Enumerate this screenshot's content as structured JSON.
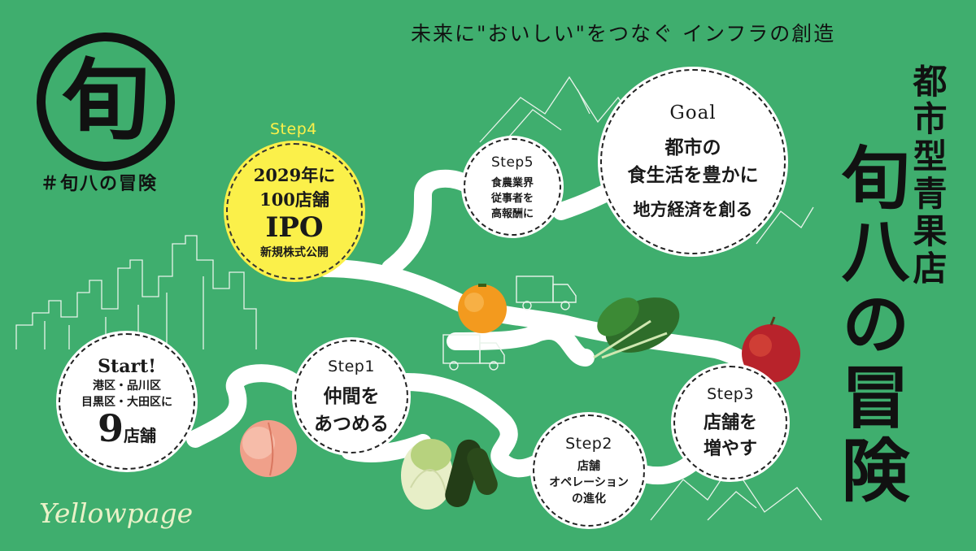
{
  "tagline": "未来に\"おいしい\"をつなぐ インフラの創造",
  "brand": {
    "logo_char": "旬",
    "hashtag": "＃旬八の冒険",
    "wordmark": "Yellowpage"
  },
  "title": {
    "subtitle": "都市型青果店",
    "main": "旬八の冒険"
  },
  "steps": {
    "start": {
      "label": "Start!",
      "line1": "港区・品川区",
      "line2": "目黒区・大田区に",
      "big": "9",
      "suffix": "店舗"
    },
    "step1": {
      "label": "Step1",
      "line1": "仲間を",
      "line2": "あつめる"
    },
    "step2": {
      "label": "Step2",
      "line1": "店舗",
      "line2": "オペレーション",
      "line3": "の進化"
    },
    "step3": {
      "label": "Step3",
      "line1": "店舗を",
      "line2": "増やす"
    },
    "step4": {
      "label": "Step4",
      "line1": "2029年に",
      "line2": "100店舗",
      "big": "IPO",
      "line3": "新規株式公開"
    },
    "step5": {
      "label": "Step5",
      "line1": "食農業界",
      "line2": "従事者を",
      "line3": "高報酬に"
    },
    "goal": {
      "label": "Goal",
      "line1": "都市の",
      "line2": "食生活を豊かに",
      "line3": "地方経済を創る"
    }
  },
  "icons": [
    "peach-icon",
    "cabbage-icon",
    "zucchini-icon",
    "orange-icon",
    "spinach-icon",
    "apple-icon",
    "truck-icon",
    "city-skyline-icon",
    "mountain-icon"
  ],
  "colors": {
    "background": "#3fae6e",
    "highlight": "#fbf04a",
    "ink": "#111111",
    "road": "#ffffff"
  }
}
